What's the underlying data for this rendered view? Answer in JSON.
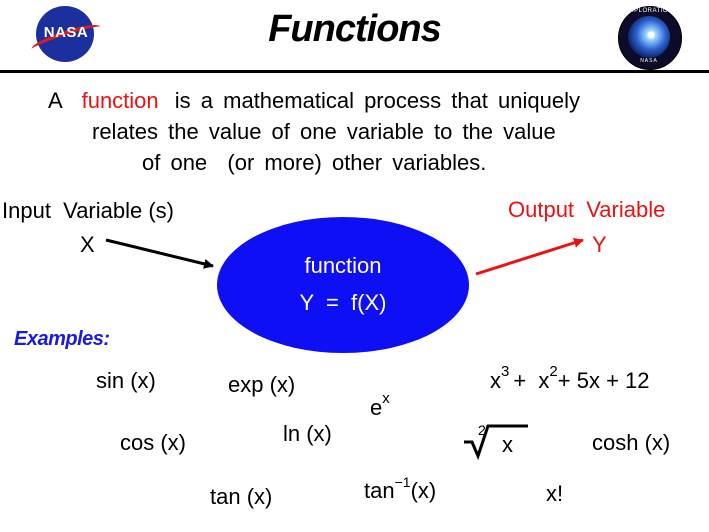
{
  "header": {
    "title": "Functions",
    "left_logo": {
      "icon": "nasa-meatball-logo",
      "text": "NASA"
    },
    "right_logo": {
      "icon": "exploration-seal-logo",
      "text_top": "EXPLORATION",
      "text_bottom": "NASA"
    }
  },
  "definition": {
    "line1_pre": "A",
    "line1_highlight": "function",
    "line1_post": "is a mathematical process that uniquely",
    "line2": "relates the value of one variable to the value",
    "line3": "of one  (or more) other variables.",
    "highlight_color": "#ee1111"
  },
  "diagram": {
    "input_label": "Input  Variable (s)",
    "input_symbol": "X",
    "output_label": "Output  Variable",
    "output_symbol": "Y",
    "function_word": "function",
    "function_formula": "Y  =  f(X)",
    "ellipse_color": "#0f0ff5",
    "output_color": "#ee1111"
  },
  "examples": {
    "heading": "Examples:",
    "heading_color": "#1a1ae6",
    "sin": "sin (x)",
    "exp": "exp (x)",
    "cos": "cos (x)",
    "ln": "ln (x)",
    "tan": "tan (x)",
    "e_base": "e",
    "e_exp": "x",
    "poly_x1": "x",
    "poly_e1": "3",
    "poly_mid": "+  x",
    "poly_e2": "2",
    "poly_tail": "+ 5x + 12",
    "root_index": "2",
    "root_arg": "x",
    "arctan_base": "tan",
    "arctan_exp": "−1",
    "arctan_arg": "(x)",
    "cosh": "cosh (x)",
    "factorial": "x!"
  }
}
